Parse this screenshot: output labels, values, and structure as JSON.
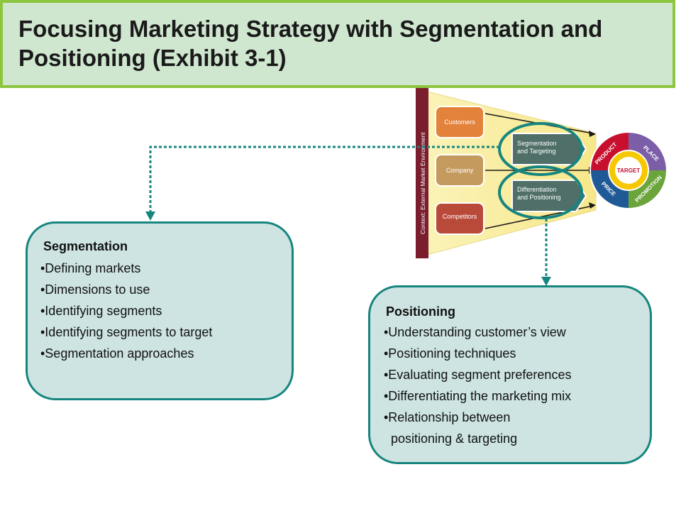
{
  "slide": {
    "title": "Focusing Marketing Strategy with Segmentation and Positioning (Exhibit 3-1)"
  },
  "segmentation": {
    "heading": "Segmentation",
    "items": [
      "•Defining markets",
      "•Dimensions to use",
      "•Identifying segments",
      "•Identifying segments to target",
      "•Segmentation approaches"
    ]
  },
  "positioning": {
    "heading": "Positioning",
    "items": [
      "•Understanding customer’s view",
      "•Positioning techniques",
      "•Evaluating segment preferences",
      "•Differentiating the marketing mix",
      "•Relationship between",
      "  positioning & targeting"
    ]
  },
  "exhibit": {
    "context_label": "Context: External Market Environment",
    "inputs": [
      "Customers",
      "Company",
      "Competitors"
    ],
    "process": [
      {
        "line1": "Segmentation",
        "line2": "and Targeting"
      },
      {
        "line1": "Differentiation",
        "line2": "and Positioning"
      }
    ],
    "wheel": {
      "center": "TARGET",
      "segments": [
        "PRODUCT",
        "PLACE",
        "PROMOTION",
        "PRICE"
      ]
    }
  },
  "colors": {
    "title_bg": "#cfe6cf",
    "title_border": "#8cc63f",
    "box_fill": "#cde4e2",
    "box_border": "#17857f",
    "connector": "#17857f",
    "product": "#c8102e",
    "place": "#7b5ea7",
    "promotion": "#6aa43a",
    "price": "#1f5a96",
    "target_ring": "#f6c800"
  }
}
